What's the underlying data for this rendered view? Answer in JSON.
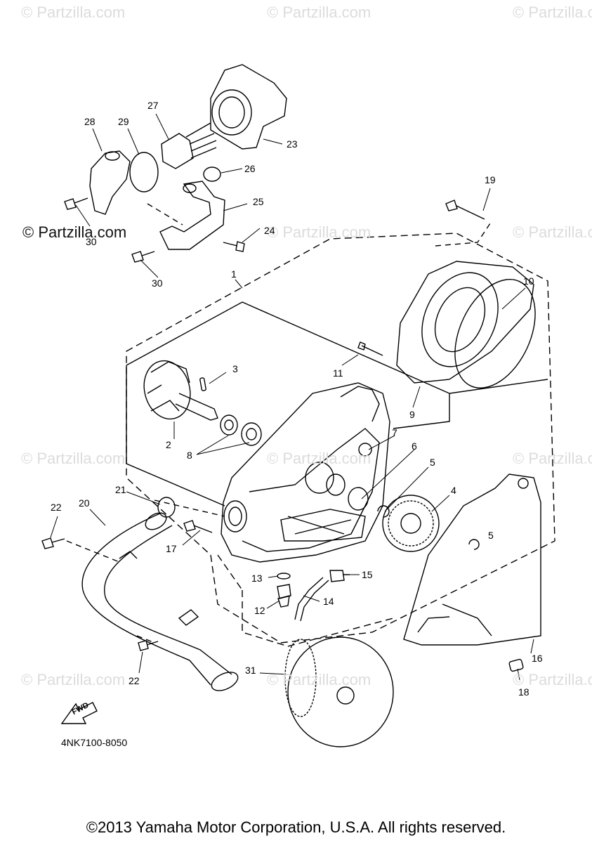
{
  "watermark": {
    "text": "© Partzilla.com",
    "highlight_text": "© Partzilla.com"
  },
  "callouts": [
    "1",
    "2",
    "3",
    "4",
    "5",
    "5",
    "6",
    "7",
    "8",
    "9",
    "10",
    "11",
    "12",
    "13",
    "14",
    "15",
    "16",
    "17",
    "18",
    "19",
    "20",
    "21",
    "22",
    "22",
    "23",
    "24",
    "25",
    "26",
    "27",
    "28",
    "29",
    "30",
    "30",
    "31"
  ],
  "diagram_code": "4NK7100-8050",
  "fwd_label": "FWD",
  "copyright": "©2013 Yamaha Motor Corporation, U.S.A. All rights reserved."
}
